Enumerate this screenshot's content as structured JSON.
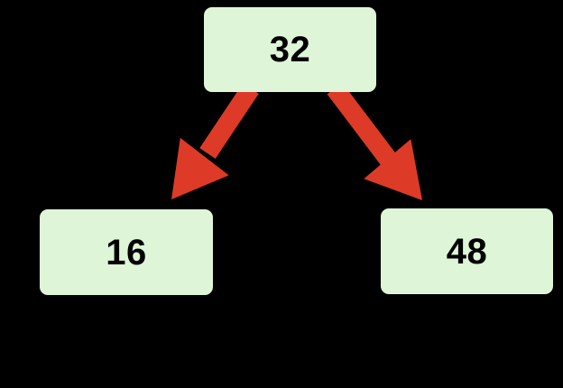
{
  "nodes": {
    "root": {
      "label": "32"
    },
    "left": {
      "label": "16"
    },
    "right": {
      "label": "48"
    }
  },
  "colors": {
    "background": "#000000",
    "node_fill": "#def5d8",
    "node_text": "#000000",
    "arrow": "#dd3b27"
  }
}
